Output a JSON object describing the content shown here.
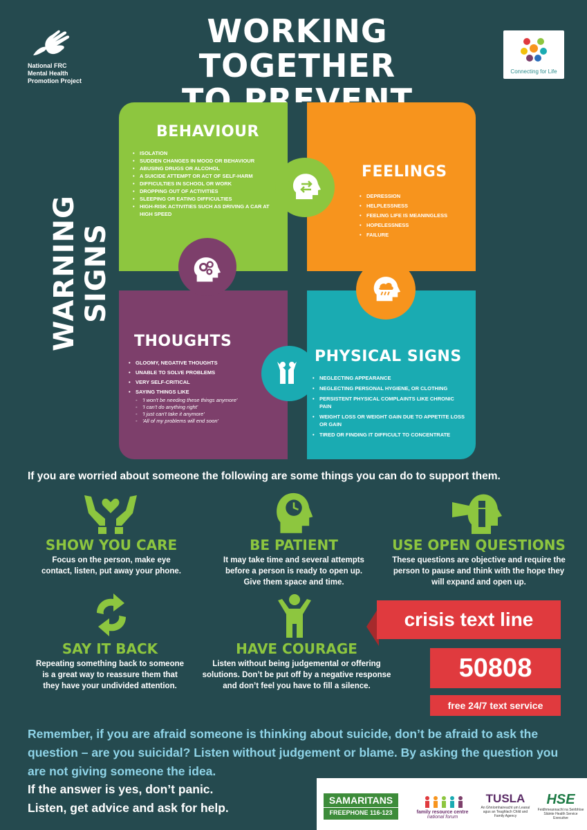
{
  "header": {
    "org_name": [
      "National FRC",
      "Mental Health",
      "Promotion Project"
    ],
    "title_line1": "WORKING TOGETHER",
    "title_line2": "TO  PREVENT SUICIDE",
    "cfl_label": "Connecting for Life"
  },
  "warning_label": "WARNING SIGNS",
  "behaviour": {
    "title": "BEHAVIOUR",
    "items": [
      "ISOLATION",
      "SUDDEN CHANGES IN MOOD OR BEHAVIOUR",
      "ABUSING DRUGS OR ALCOHOL",
      "A SUICIDE ATTEMPT OR ACT OF SELF-HARM",
      "DIFFICULTIES IN SCHOOL OR WORK",
      "DROPPING OUT OF ACTIVITIES",
      "SLEEPING OR EATING DIFFICULTIES",
      "HIGH-RISK ACTIVITIES SUCH AS DRIVING A CAR AT HIGH SPEED"
    ]
  },
  "feelings": {
    "title": "FEELINGS",
    "items": [
      "DEPRESSION",
      "HELPLESSNESS",
      "FEELING LIFE IS MEANINGLESS",
      "HOPELESSNESS",
      "FAILURE"
    ]
  },
  "thoughts": {
    "title": "THOUGHTS",
    "items": [
      "GLOOMY, NEGATIVE THOUGHTS",
      "UNABLE TO SOLVE PROBLEMS",
      "VERY SELF-CRITICAL",
      "SAYING THINGS LIKE"
    ],
    "quotes": [
      "'I won't be needing these things anymore'",
      "'I can't do anything right'",
      "'I just can't take it anymore'",
      "'All of my problems will end soon'"
    ]
  },
  "physical": {
    "title": "PHYSICAL SIGNS",
    "items": [
      "NEGLECTING APPEARANCE",
      "NEGLECTING PERSONAL HYGIENE, OR CLOTHING",
      "PERSISTENT PHYSICAL COMPLAINTS LIKE CHRONIC PAIN",
      "WEIGHT LOSS OR WEIGHT GAIN DUE TO APPETITE LOSS OR GAIN",
      "TIRED OR FINDING IT DIFFICULT  TO CONCENTRATE"
    ]
  },
  "intro": "If you are worried about someone the following are some things you can do to support them.",
  "actions": {
    "care": {
      "title": "SHOW YOU CARE",
      "desc": "Focus on the person, make eye contact, listen, put away your phone."
    },
    "patient": {
      "title": "BE PATIENT",
      "desc": "It may take time and several attempts before a person is ready to open up. Give them space and time."
    },
    "open": {
      "title": "USE OPEN QUESTIONS",
      "desc": "These questions are objective and require the person to pause and think with the hope they will expand and open up."
    },
    "sayback": {
      "title": "SAY IT BACK",
      "desc": "Repeating something back to someone is a great way to reassure them that they have your undivided attention."
    },
    "courage": {
      "title": "HAVE COURAGE",
      "desc": "Listen without being judgemental or offering solutions.  Don’t be put off by a negative response and don’t feel you have to fill a silence."
    }
  },
  "crisis": {
    "label": "crisis text line",
    "number": "50808",
    "service": "free 24/7 text service"
  },
  "remember": "Remember, if you are afraid someone is thinking about suicide, don’t be afraid to ask the question – are you suicidal? Listen without judgement or blame. By asking the question you are not giving someone the idea.",
  "after_line1": "If the answer is yes, don’t panic.",
  "after_line2": "Listen, get advice and ask for help.",
  "footer": {
    "samaritans": "SAMARITANS",
    "samaritans_phone": "FREEPHONE 116-123",
    "frc_line1": "family resource centre",
    "frc_line2": "national forum",
    "tusla": "TUSLA",
    "tusla_sub": "An Ghníomhaireacht um Leanaí agus an Teaghlach Child and Family Agency",
    "hse": "HSE",
    "hse_sub": "Feidhmeannacht na Seirbhíse Sláinte Health Service Executive"
  },
  "colors": {
    "background": "#254a4f",
    "green": "#8dc63f",
    "orange": "#f7941d",
    "purple": "#7d3f6b",
    "teal": "#1aabb2",
    "red": "#e03a3e",
    "light_blue_text": "#8fd4e8"
  },
  "icons": [
    "hands-icon",
    "head-arrows-icon",
    "head-gears-icon",
    "head-cloud-icon",
    "person-jump-icon",
    "heart-hands-icon",
    "head-clock-icon",
    "lighthouse-head-icon",
    "recycle-arrows-icon",
    "person-arms-up-icon",
    "connecting-for-life-logo"
  ]
}
